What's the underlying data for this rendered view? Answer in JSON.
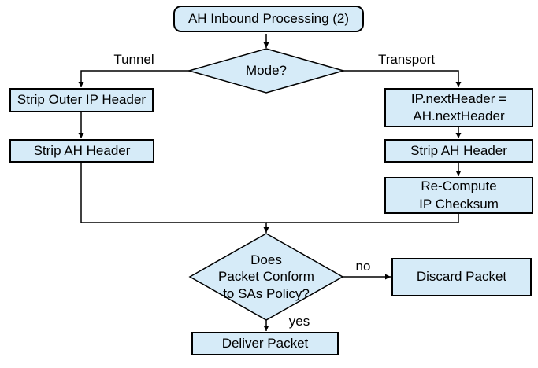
{
  "diagram": {
    "type": "flowchart",
    "colors": {
      "node_fill": "#d6ebf8",
      "node_border": "#000000",
      "line": "#000000",
      "background": "#ffffff",
      "text": "#000000"
    },
    "nodes": {
      "start": {
        "label": "AH Inbound Processing (2)",
        "shape": "rounded-rect"
      },
      "mode": {
        "label": "Mode?",
        "shape": "diamond"
      },
      "strip_outer_ip": {
        "label": "Strip Outer IP Header",
        "shape": "rect"
      },
      "strip_ah_tunnel": {
        "label": "Strip AH Header",
        "shape": "rect"
      },
      "set_next_header": {
        "label": "IP.nextHeader =\nAH.nextHeader",
        "shape": "rect"
      },
      "strip_ah_transport": {
        "label": "Strip AH Header",
        "shape": "rect"
      },
      "recompute_checksum": {
        "label": "Re-Compute\nIP Checksum",
        "shape": "rect"
      },
      "policy_check": {
        "label": "Does\nPacket Conform\nto SAs Policy?",
        "shape": "diamond"
      },
      "discard": {
        "label": "Discard Packet",
        "shape": "rect"
      },
      "deliver": {
        "label": "Deliver Packet",
        "shape": "rect"
      }
    },
    "edge_labels": {
      "tunnel": "Tunnel",
      "transport": "Transport",
      "no": "no",
      "yes": "yes"
    }
  }
}
